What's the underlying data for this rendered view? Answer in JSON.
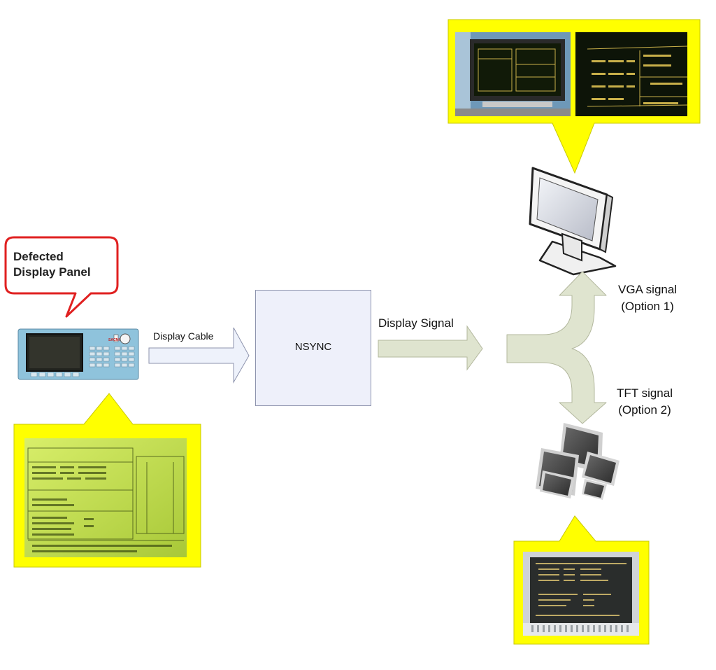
{
  "callout": {
    "line1": "Defected",
    "line2": "Display Panel"
  },
  "cable_label": "Display Cable",
  "processor_label": "NSYNC",
  "signal_label": "Display Signal",
  "vga": {
    "line1": "VGA signal",
    "line2": "(Option 1)"
  },
  "tft": {
    "line1": "TFT signal",
    "line2": "(Option 2)"
  },
  "panel_brand": "SACMI",
  "colors": {
    "callout_yellow": "#ffff00",
    "arrow_fill": "#dfe4cf",
    "cable_arrow": "#eef2fb",
    "bubble_border": "#e02020"
  }
}
